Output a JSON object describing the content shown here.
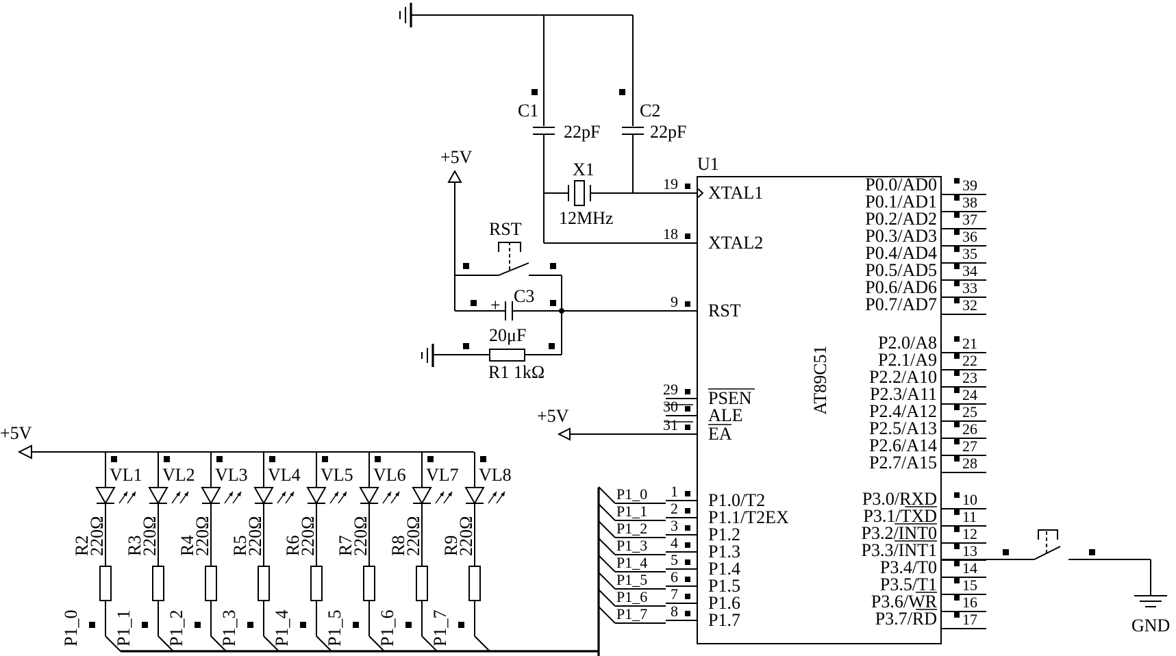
{
  "chip": {
    "ref": "U1",
    "part": "AT89C51",
    "left_pins": [
      {
        "num": "19",
        "name": "XTAL1",
        "overbar": false,
        "clock": true
      },
      {
        "num": "18",
        "name": "XTAL2",
        "overbar": false,
        "clock": false
      },
      {
        "num": "9",
        "name": "RST",
        "overbar": false,
        "clock": false
      },
      {
        "num": "29",
        "name": "PSEN",
        "overbar": true,
        "clock": false
      },
      {
        "num": "30",
        "name": "ALE",
        "overbar": false,
        "clock": false
      },
      {
        "num": "31",
        "name": "EA",
        "overbar": true,
        "clock": false
      },
      {
        "num": "1",
        "name": "P1.0/T2",
        "net": "P1_0"
      },
      {
        "num": "2",
        "name": "P1.1/T2EX",
        "net": "P1_1"
      },
      {
        "num": "3",
        "name": "P1.2",
        "net": "P1_2"
      },
      {
        "num": "4",
        "name": "P1.3",
        "net": "P1_3"
      },
      {
        "num": "5",
        "name": "P1.4",
        "net": "P1_4"
      },
      {
        "num": "6",
        "name": "P1.5",
        "net": "P1_5"
      },
      {
        "num": "7",
        "name": "P1.6",
        "net": "P1_6"
      },
      {
        "num": "8",
        "name": "P1.7",
        "net": "P1_7"
      }
    ],
    "right_pins_p0": [
      {
        "num": "39",
        "name": "P0.0/AD0"
      },
      {
        "num": "38",
        "name": "P0.1/AD1"
      },
      {
        "num": "37",
        "name": "P0.2/AD2"
      },
      {
        "num": "36",
        "name": "P0.3/AD3"
      },
      {
        "num": "35",
        "name": "P0.4/AD4"
      },
      {
        "num": "34",
        "name": "P0.5/AD5"
      },
      {
        "num": "33",
        "name": "P0.6/AD6"
      },
      {
        "num": "32",
        "name": "P0.7/AD7"
      }
    ],
    "right_pins_p2": [
      {
        "num": "21",
        "name": "P2.0/A8"
      },
      {
        "num": "22",
        "name": "P2.1/A9"
      },
      {
        "num": "23",
        "name": "P2.2/A10"
      },
      {
        "num": "24",
        "name": "P2.3/A11"
      },
      {
        "num": "25",
        "name": "P2.4/A12"
      },
      {
        "num": "26",
        "name": "P2.5/A13"
      },
      {
        "num": "27",
        "name": "P2.6/A14"
      },
      {
        "num": "28",
        "name": "P2.7/A15"
      }
    ],
    "right_pins_p3": [
      {
        "num": "10",
        "prefix": "P3.0/",
        "func": "RXD",
        "overbar": false
      },
      {
        "num": "11",
        "prefix": "P3.1/",
        "func": "TXD",
        "overbar": true
      },
      {
        "num": "12",
        "prefix": "P3.2/",
        "func": "INT0",
        "overbar": true
      },
      {
        "num": "13",
        "prefix": "P3.3/",
        "func": "INT1",
        "overbar": true
      },
      {
        "num": "14",
        "prefix": "P3.4/",
        "func": "T0",
        "overbar": false
      },
      {
        "num": "15",
        "prefix": "P3.5/",
        "func": "T1",
        "overbar": false
      },
      {
        "num": "16",
        "prefix": "P3.6/",
        "func": "WR",
        "overbar": true
      },
      {
        "num": "17",
        "prefix": "P3.7/",
        "func": "RD",
        "overbar": true
      }
    ]
  },
  "oscillator": {
    "c1_ref": "C1",
    "c1_value": "22pF",
    "c2_ref": "C2",
    "c2_value": "22pF",
    "crystal_ref": "X1",
    "crystal_value": "12MHz"
  },
  "reset": {
    "vcc_label": "+5V",
    "switch_label": "RST",
    "cap_ref": "C3",
    "cap_polarity": "+",
    "cap_value": "20μF",
    "res_ref": "R1",
    "res_value": "1kΩ"
  },
  "ea": {
    "vcc_label": "+5V"
  },
  "led_bank": {
    "vcc_label": "+5V",
    "channels": [
      {
        "led": "VL1",
        "res": "R2",
        "res_value": "220Ω",
        "net": "P1_0"
      },
      {
        "led": "VL2",
        "res": "R3",
        "res_value": "220Ω",
        "net": "P1_1"
      },
      {
        "led": "VL3",
        "res": "R4",
        "res_value": "220Ω",
        "net": "P1_2"
      },
      {
        "led": "VL4",
        "res": "R5",
        "res_value": "220Ω",
        "net": "P1_3"
      },
      {
        "led": "VL5",
        "res": "R6",
        "res_value": "220Ω",
        "net": "P1_4"
      },
      {
        "led": "VL6",
        "res": "R7",
        "res_value": "220Ω",
        "net": "P1_5"
      },
      {
        "led": "VL7",
        "res": "R8",
        "res_value": "220Ω",
        "net": "P1_6"
      },
      {
        "led": "VL8",
        "res": "R9",
        "res_value": "220Ω",
        "net": "P1_7"
      }
    ]
  },
  "int_switch": {
    "gnd_label": "GND"
  }
}
